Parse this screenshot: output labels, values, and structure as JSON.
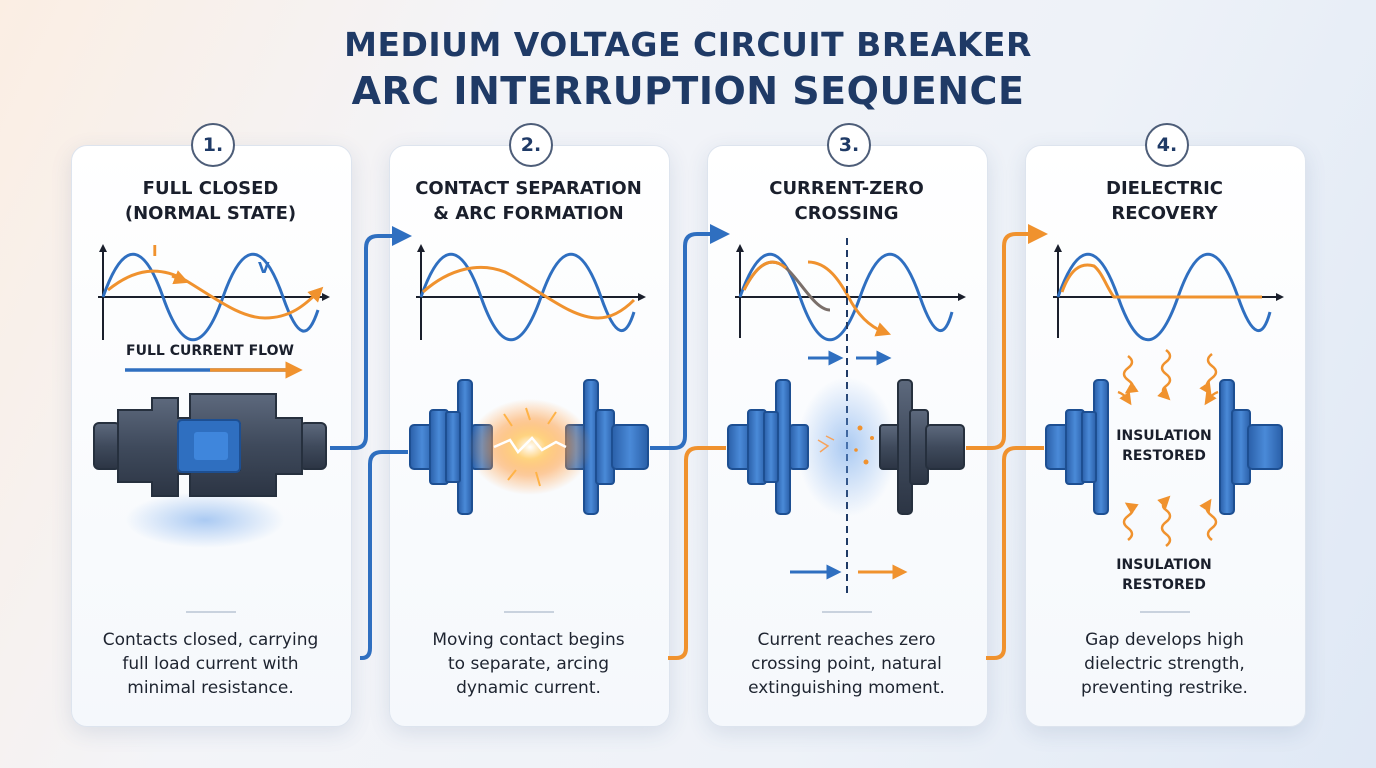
{
  "title": {
    "line1": "MEDIUM VOLTAGE CIRCUIT BREAKER",
    "line2": "ARC INTERRUPTION SEQUENCE"
  },
  "steps": [
    {
      "number": "1.",
      "title_line1": "FULL CLOSED",
      "title_line2": "(NORMAL STATE)",
      "wave_label_current": "I",
      "wave_label_voltage": "V",
      "flow_label": "FULL CURRENT FLOW",
      "description_lines": [
        "Contacts closed, carrying",
        "full load current with",
        "minimal resistance."
      ]
    },
    {
      "number": "2.",
      "title_line1": "CONTACT SEPARATION",
      "title_line2": "& ARC FORMATION",
      "description_lines": [
        "Moving contact begins",
        "to separate, arcing",
        "dynamic current."
      ]
    },
    {
      "number": "3.",
      "title_line1": "CURRENT-ZERO",
      "title_line2": "CROSSING",
      "description_lines": [
        "Current reaches zero",
        "crossing point, natural",
        "extinguishing moment."
      ]
    },
    {
      "number": "4.",
      "title_line1": "DIELECTRIC",
      "title_line2": "RECOVERY",
      "gap_label_line1": "INSULATION",
      "gap_label_line2": "RESTORED",
      "bottom_label_line1": "INSULATION",
      "bottom_label_line2": "RESTORED",
      "description_lines": [
        "Gap develops high",
        "dielectric strength,",
        "preventing restrike."
      ]
    }
  ],
  "colors": {
    "blue": "#2f6fc0",
    "orange": "#f0922e",
    "dark_steel": "#3f4a5c",
    "title_navy": "#1f3a66"
  },
  "icons": [
    "arrow-connector-icon",
    "waveform-icon",
    "contact-icon",
    "spark-icon",
    "heat-wave-icon"
  ]
}
